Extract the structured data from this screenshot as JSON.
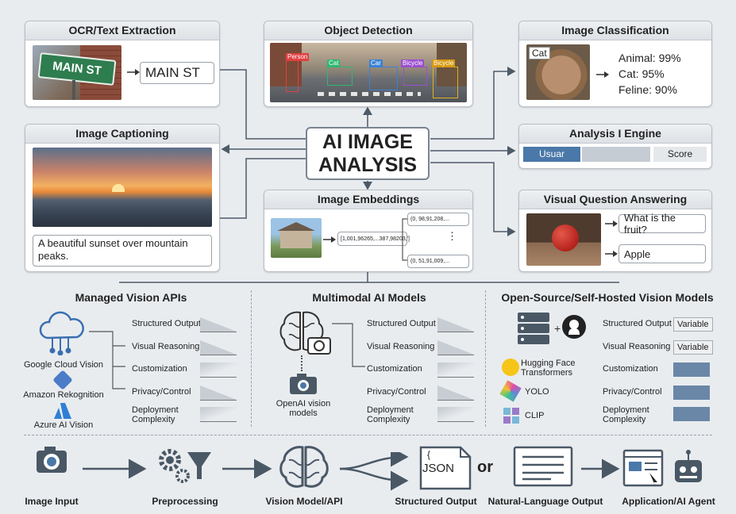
{
  "center": {
    "line1": "AI IMAGE",
    "line2": "ANALYSIS"
  },
  "ocr": {
    "title": "OCR/Text Extraction",
    "sign_text": "MAIN ST",
    "output": "MAIN ST"
  },
  "detection": {
    "title": "Object Detection",
    "labels": [
      "Person",
      "Cat",
      "Car",
      "Bicycle",
      "Bicycle"
    ]
  },
  "classification": {
    "title": "Image Classification",
    "photo_tag": "Cat",
    "results": [
      "Animal: 99%",
      "Cat: 95%",
      "Feline: 90%"
    ]
  },
  "captioning": {
    "title": "Image Captioning",
    "caption": "A beautiful sunset over mountain peaks."
  },
  "engine": {
    "title": "Analysis I Engine",
    "bar_left": "Usuar",
    "bar_right": "Score"
  },
  "embeddings": {
    "title": "Image Embeddings",
    "main_vector": "[1,001,96265,...387,98203,']",
    "top_vector": "(0, 98,91,208,...",
    "dots": "⋮",
    "bottom_vector": "(0, 51,91,009,..."
  },
  "vqa": {
    "title": "Visual Question Answering",
    "question": "What is the fruit?",
    "answer": "Apple"
  },
  "comparison": {
    "rows": [
      "Structured Output",
      "Visual Reasoning",
      "Customization",
      "Privacy/Control",
      "Deployment Complexity"
    ],
    "managed": {
      "title": "Managed Vision APIs",
      "providers": [
        "Google Cloud Vision",
        "Amazon Rekognition",
        "Azure AI Vision"
      ]
    },
    "multimodal": {
      "title": "Multimodal AI Models",
      "caption": "OpenAI vision models"
    },
    "opensource": {
      "title": "Open-Source/Self-Hosted Vision Models",
      "models": [
        "Hugging Face Transformers",
        "YOLO",
        "CLIP"
      ],
      "variable": [
        "Variable",
        "Variable"
      ]
    }
  },
  "flow": {
    "steps": [
      "Image Input",
      "Preprocessing",
      "Vision Model/API",
      "Structured Output",
      "Natural-Language Output",
      "Application/AI Agent"
    ],
    "json_label": "JSON",
    "json_brace": "{",
    "or": "or"
  },
  "colors": {
    "accent": "#4a78a8",
    "text": "#222222",
    "panel_border": "#b9bfc6",
    "bar": "#6a87a8"
  }
}
